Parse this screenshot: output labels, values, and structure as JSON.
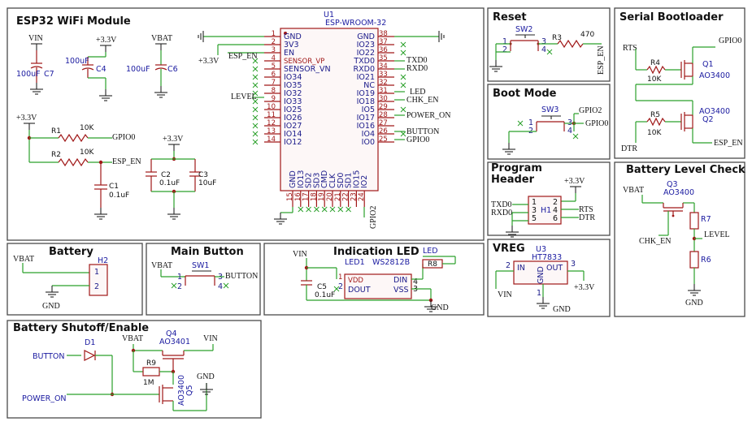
{
  "sections": {
    "esp32": "ESP32 WiFi Module",
    "reset": "Reset",
    "serial_bootloader": "Serial Bootloader",
    "boot_mode": "Boot Mode",
    "program_header": "Program Header",
    "battery_level_check": "Battery Level Check",
    "vreg": "VREG",
    "battery": "Battery",
    "main_button": "Main Button",
    "indication_led": "Indication LED",
    "battery_shutoff": "Battery Shutoff/Enable"
  },
  "esp32": {
    "ref": "U1",
    "part": "ESP-WROOM-32",
    "left_pins": [
      {
        "num": "1",
        "name": "GND"
      },
      {
        "num": "2",
        "name": "3V3"
      },
      {
        "num": "3",
        "name": "EN"
      },
      {
        "num": "4",
        "name": "SENSOR_VP"
      },
      {
        "num": "5",
        "name": "SENSOR_VN"
      },
      {
        "num": "6",
        "name": "IO34"
      },
      {
        "num": "7",
        "name": "IO35"
      },
      {
        "num": "8",
        "name": "IO32"
      },
      {
        "num": "9",
        "name": "IO33"
      },
      {
        "num": "10",
        "name": "IO25"
      },
      {
        "num": "11",
        "name": "IO26"
      },
      {
        "num": "12",
        "name": "IO27"
      },
      {
        "num": "13",
        "name": "IO14"
      },
      {
        "num": "14",
        "name": "IO12"
      }
    ],
    "right_pins": [
      {
        "num": "38",
        "name": "GND"
      },
      {
        "num": "37",
        "name": "IO23"
      },
      {
        "num": "36",
        "name": "IO22"
      },
      {
        "num": "35",
        "name": "TXD0"
      },
      {
        "num": "34",
        "name": "RXD0"
      },
      {
        "num": "33",
        "name": "IO21"
      },
      {
        "num": "32",
        "name": "NC"
      },
      {
        "num": "31",
        "name": "IO19"
      },
      {
        "num": "30",
        "name": "IO18"
      },
      {
        "num": "29",
        "name": "IO5"
      },
      {
        "num": "28",
        "name": "IO17"
      },
      {
        "num": "27",
        "name": "IO16"
      },
      {
        "num": "26",
        "name": "IO4"
      },
      {
        "num": "25",
        "name": "IO0"
      }
    ],
    "bottom_pins": [
      {
        "num": "15",
        "name": "GND"
      },
      {
        "num": "16",
        "name": "IO13"
      },
      {
        "num": "17",
        "name": "SD2"
      },
      {
        "num": "18",
        "name": "SD3"
      },
      {
        "num": "19",
        "name": "CMD"
      },
      {
        "num": "20",
        "name": "CLK"
      },
      {
        "num": "21",
        "name": "SD0"
      },
      {
        "num": "22",
        "name": "SD1"
      },
      {
        "num": "23",
        "name": "IO15"
      },
      {
        "num": "24",
        "name": "IO2"
      }
    ],
    "nets": {
      "en": "ESP_EN",
      "v33": "+3.3V",
      "level": "LEVEL",
      "txd0": "TXD0",
      "rxd0": "RXD0",
      "led": "LED",
      "chk_en": "CHK_EN",
      "power_on": "POWER_ON",
      "button": "BUTTON",
      "gpio0": "GPIO0",
      "gpio2": "GPIO2"
    }
  },
  "caps": {
    "c7": {
      "ref": "C7",
      "val": "100uF",
      "net": "VIN"
    },
    "c4": {
      "ref": "C4",
      "val": "100uF",
      "net": "+3.3V"
    },
    "c6": {
      "ref": "C6",
      "val": "100uF",
      "net": "VBAT"
    }
  },
  "pullups": {
    "net": "+3.3V",
    "r1": {
      "ref": "R1",
      "val": "10K",
      "net": "GPIO0"
    },
    "r2": {
      "ref": "R2",
      "val": "10K",
      "net": "ESP_EN"
    },
    "c1": {
      "ref": "C1",
      "val": "0.1uF"
    }
  },
  "decoupling": {
    "net": "+3.3V",
    "c2": {
      "ref": "C2",
      "val": "0.1uF"
    },
    "c3": {
      "ref": "C3",
      "val": "10uF"
    }
  },
  "reset": {
    "sw": "SW2",
    "r": "R3",
    "rval": "470",
    "net": "ESP_EN",
    "pins": [
      "1",
      "2",
      "3",
      "4"
    ]
  },
  "serial": {
    "rts": "RTS",
    "dtr": "DTR",
    "gpio0": "GPIO0",
    "esp_en": "ESP_EN",
    "r4": {
      "ref": "R4",
      "val": "10K"
    },
    "q1": {
      "ref": "Q1",
      "part": "AO3400"
    },
    "r5": {
      "ref": "R5",
      "val": "10K"
    },
    "q2": {
      "ref": "Q2",
      "part": "AO3400"
    }
  },
  "boot": {
    "sw": "SW3",
    "gpio2": "GPIO2",
    "gpio0": "GPIO0",
    "pins": [
      "1",
      "2",
      "3",
      "4"
    ]
  },
  "program": {
    "ref": "H1",
    "vcc": "+3.3V",
    "left": [
      {
        "num": "1",
        "net": "TXD0"
      },
      {
        "num": "3",
        "net": "RXD0"
      },
      {
        "num": "5",
        "net": ""
      }
    ],
    "right": [
      {
        "num": "2",
        "net": "RTS"
      },
      {
        "num": "4",
        "net": "DTR"
      },
      {
        "num": "6",
        "net": ""
      }
    ]
  },
  "level": {
    "vbat": "VBAT",
    "q": "Q3",
    "qpart": "AO3400",
    "chk_en": "CHK_EN",
    "r7": "R7",
    "r6": "R6",
    "level": "LEVEL",
    "gnd": "GND"
  },
  "vreg": {
    "ref": "U3",
    "part": "HT7833",
    "in": "IN",
    "out": "OUT",
    "gnd_pin": "GND",
    "pin_in": "2",
    "pin_out": "3",
    "pin_gnd": "1",
    "vin": "VIN",
    "vout": "+3.3V",
    "gnd": "GND"
  },
  "battery": {
    "ref": "H2",
    "vbat": "VBAT",
    "gnd": "GND",
    "pins": [
      "1",
      "2"
    ]
  },
  "main_button": {
    "sw": "SW1",
    "vbat": "VBAT",
    "button": "BUTTON",
    "pins": [
      "1",
      "2",
      "3",
      "4"
    ]
  },
  "led": {
    "ref": "LED1",
    "part": "WS2812B",
    "vin": "VIN",
    "net": "LED",
    "r": "R8",
    "c": "C5",
    "cval": "0.1uF",
    "gnd": "GND",
    "vdd": "VDD",
    "dout": "DOUT",
    "din": "DIN",
    "vss": "VSS",
    "pins": [
      "1",
      "2",
      "3",
      "4"
    ]
  },
  "shutoff": {
    "d": "D1",
    "button": "BUTTON",
    "power_on": "POWER_ON",
    "vbat": "VBAT",
    "vin": "VIN",
    "q4": "Q4",
    "q4part": "AO3401",
    "r9": "R9",
    "r9val": "1M",
    "q5": "Q5",
    "q5part": "AO3400",
    "gnd": "GND"
  }
}
